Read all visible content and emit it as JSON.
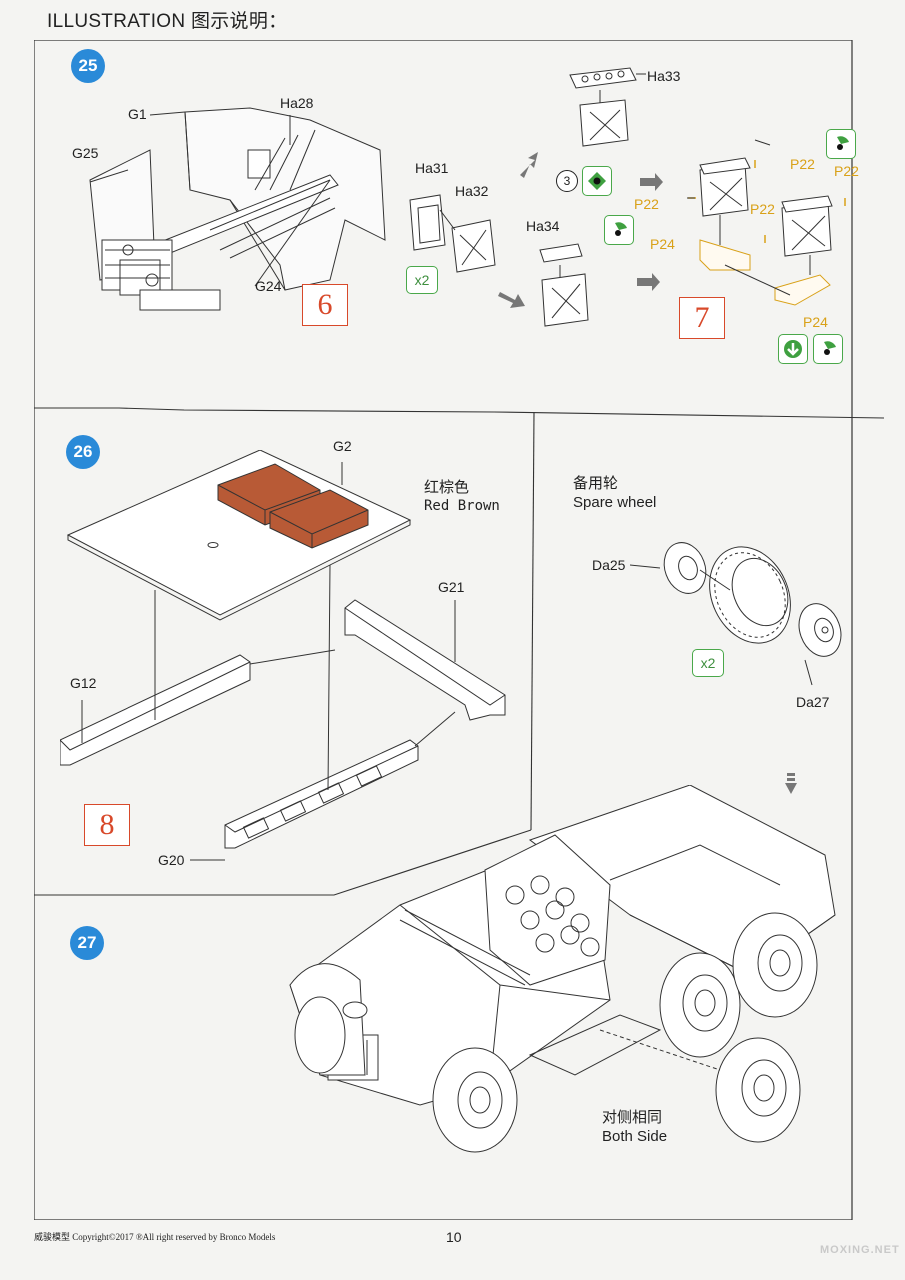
{
  "page": {
    "title": "ILLUSTRATION 图示说明：",
    "footer_left": "威骏模型 Copyright©2017 ®All right reserved by Bronco Models",
    "page_number": "10",
    "watermark": "MOXING.NET"
  },
  "step25": {
    "number": "25",
    "ref": "6",
    "ref2": "7",
    "qty": "x2",
    "sub_step": "3",
    "labels": {
      "g1": "G1",
      "g25": "G25",
      "ha28": "Ha28",
      "g24": "G24",
      "ha31": "Ha31",
      "ha32": "Ha32",
      "ha33": "Ha33",
      "ha34": "Ha34",
      "p22a": "P22",
      "p22b": "P22",
      "p22c": "P22",
      "p22d": "P22",
      "p24a": "P24",
      "p24b": "P24"
    }
  },
  "step26": {
    "number": "26",
    "ref": "8",
    "color_cn": "红棕色",
    "color_en": "Red Brown",
    "labels": {
      "g2": "G2",
      "g21": "G21",
      "g12": "G12",
      "g20": "G20"
    }
  },
  "spare": {
    "title_cn": "备用轮",
    "title_en": "Spare wheel",
    "qty": "x2",
    "labels": {
      "da25": "Da25",
      "da27": "Da27"
    }
  },
  "step27": {
    "number": "27",
    "note_cn": "对侧相同",
    "note_en": "Both Side"
  },
  "colors": {
    "badge": "#2a8ad8",
    "ref_red": "#d8492a",
    "accent_green": "#4aa84a",
    "part_yellow": "#d9a118",
    "red_brown": "#b85a36"
  }
}
